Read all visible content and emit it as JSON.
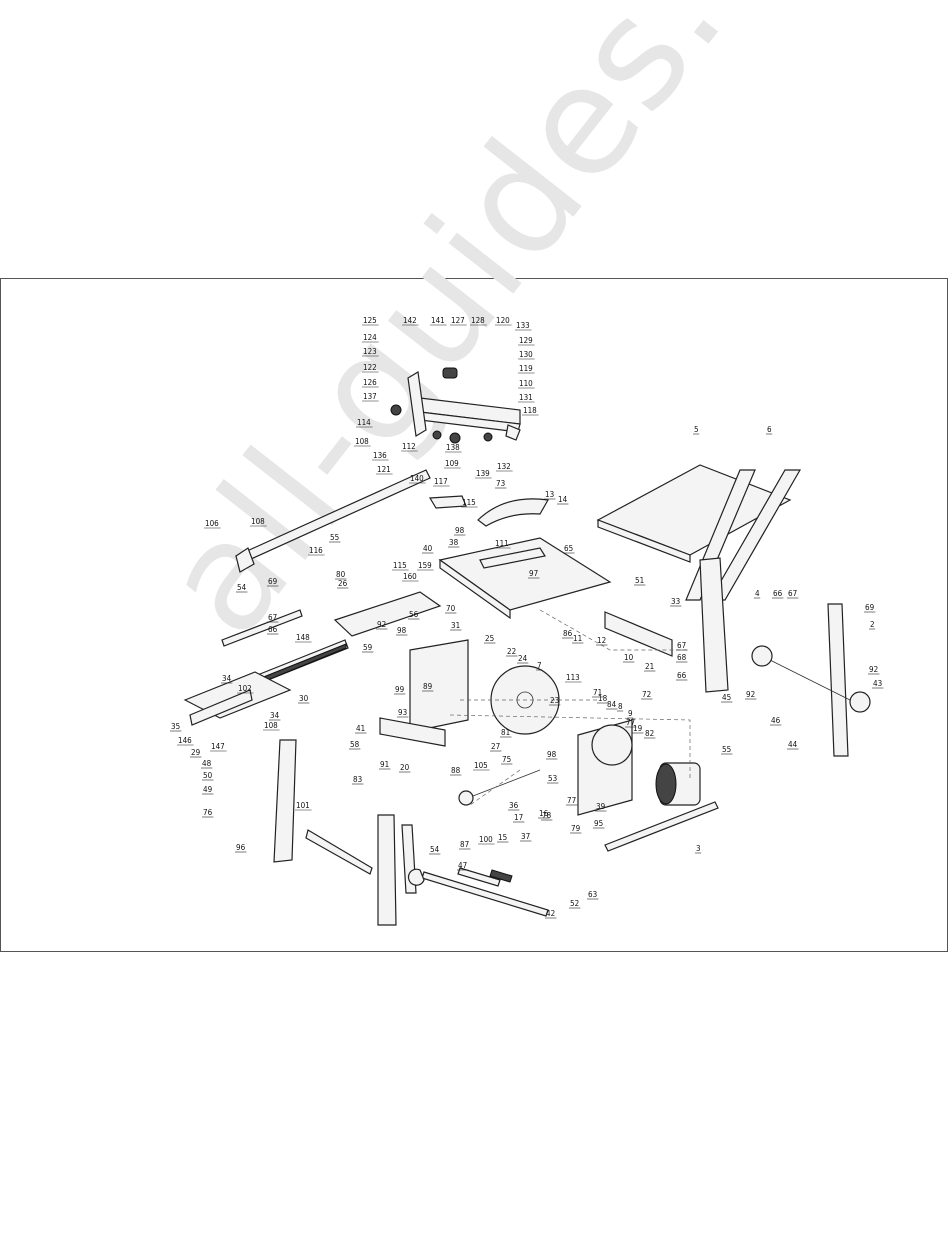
{
  "watermark": "all-guides.com",
  "diagram": {
    "labels": [
      {
        "id": "125"
      },
      {
        "id": "142"
      },
      {
        "id": "141"
      },
      {
        "id": "127"
      },
      {
        "id": "128"
      },
      {
        "id": "120"
      },
      {
        "id": "133"
      },
      {
        "id": "124"
      },
      {
        "id": "129"
      },
      {
        "id": "123"
      },
      {
        "id": "130"
      },
      {
        "id": "122"
      },
      {
        "id": "119"
      },
      {
        "id": "126"
      },
      {
        "id": "110"
      },
      {
        "id": "137"
      },
      {
        "id": "131"
      },
      {
        "id": "118"
      },
      {
        "id": "114"
      },
      {
        "id": "108"
      },
      {
        "id": "136"
      },
      {
        "id": "112"
      },
      {
        "id": "138"
      },
      {
        "id": "121"
      },
      {
        "id": "109"
      },
      {
        "id": "140"
      },
      {
        "id": "117"
      },
      {
        "id": "139"
      },
      {
        "id": "132"
      },
      {
        "id": "73"
      },
      {
        "id": "13"
      },
      {
        "id": "115"
      },
      {
        "id": "14"
      },
      {
        "id": "5"
      },
      {
        "id": "6"
      },
      {
        "id": "106"
      },
      {
        "id": "108"
      },
      {
        "id": "116"
      },
      {
        "id": "55"
      },
      {
        "id": "98"
      },
      {
        "id": "111"
      },
      {
        "id": "38"
      },
      {
        "id": "65"
      },
      {
        "id": "40"
      },
      {
        "id": "97"
      },
      {
        "id": "54"
      },
      {
        "id": "69"
      },
      {
        "id": "80"
      },
      {
        "id": "115"
      },
      {
        "id": "159"
      },
      {
        "id": "26"
      },
      {
        "id": "160"
      },
      {
        "id": "70"
      },
      {
        "id": "51"
      },
      {
        "id": "56"
      },
      {
        "id": "92"
      },
      {
        "id": "98"
      },
      {
        "id": "31"
      },
      {
        "id": "33"
      },
      {
        "id": "4"
      },
      {
        "id": "66"
      },
      {
        "id": "67"
      },
      {
        "id": "69"
      },
      {
        "id": "67"
      },
      {
        "id": "66"
      },
      {
        "id": "148"
      },
      {
        "id": "59"
      },
      {
        "id": "25"
      },
      {
        "id": "86"
      },
      {
        "id": "11"
      },
      {
        "id": "12"
      },
      {
        "id": "67"
      },
      {
        "id": "68"
      },
      {
        "id": "2"
      },
      {
        "id": "22"
      },
      {
        "id": "24"
      },
      {
        "id": "10"
      },
      {
        "id": "21"
      },
      {
        "id": "66"
      },
      {
        "id": "92"
      },
      {
        "id": "43"
      },
      {
        "id": "102"
      },
      {
        "id": "30"
      },
      {
        "id": "89"
      },
      {
        "id": "7"
      },
      {
        "id": "72"
      },
      {
        "id": "45"
      },
      {
        "id": "92"
      },
      {
        "id": "34"
      },
      {
        "id": "99"
      },
      {
        "id": "23"
      },
      {
        "id": "113"
      },
      {
        "id": "71"
      },
      {
        "id": "46"
      },
      {
        "id": "34"
      },
      {
        "id": "108"
      },
      {
        "id": "93"
      },
      {
        "id": "18"
      },
      {
        "id": "84"
      },
      {
        "id": "8"
      },
      {
        "id": "9"
      },
      {
        "id": "35"
      },
      {
        "id": "146"
      },
      {
        "id": "29"
      },
      {
        "id": "147"
      },
      {
        "id": "81"
      },
      {
        "id": "27"
      },
      {
        "id": "77"
      },
      {
        "id": "19"
      },
      {
        "id": "82"
      },
      {
        "id": "44"
      },
      {
        "id": "41"
      },
      {
        "id": "58"
      },
      {
        "id": "98"
      },
      {
        "id": "55"
      },
      {
        "id": "48"
      },
      {
        "id": "91"
      },
      {
        "id": "20"
      },
      {
        "id": "88"
      },
      {
        "id": "105"
      },
      {
        "id": "75"
      },
      {
        "id": "53"
      },
      {
        "id": "50"
      },
      {
        "id": "83"
      },
      {
        "id": "49"
      },
      {
        "id": "77"
      },
      {
        "id": "39"
      },
      {
        "id": "36"
      },
      {
        "id": "17"
      },
      {
        "id": "78"
      },
      {
        "id": "95"
      },
      {
        "id": "76"
      },
      {
        "id": "101"
      },
      {
        "id": "16"
      },
      {
        "id": "100"
      },
      {
        "id": "15"
      },
      {
        "id": "37"
      },
      {
        "id": "79"
      },
      {
        "id": "3"
      },
      {
        "id": "87"
      },
      {
        "id": "96"
      },
      {
        "id": "54"
      },
      {
        "id": "47"
      },
      {
        "id": "63"
      },
      {
        "id": "52"
      },
      {
        "id": "42"
      }
    ]
  }
}
